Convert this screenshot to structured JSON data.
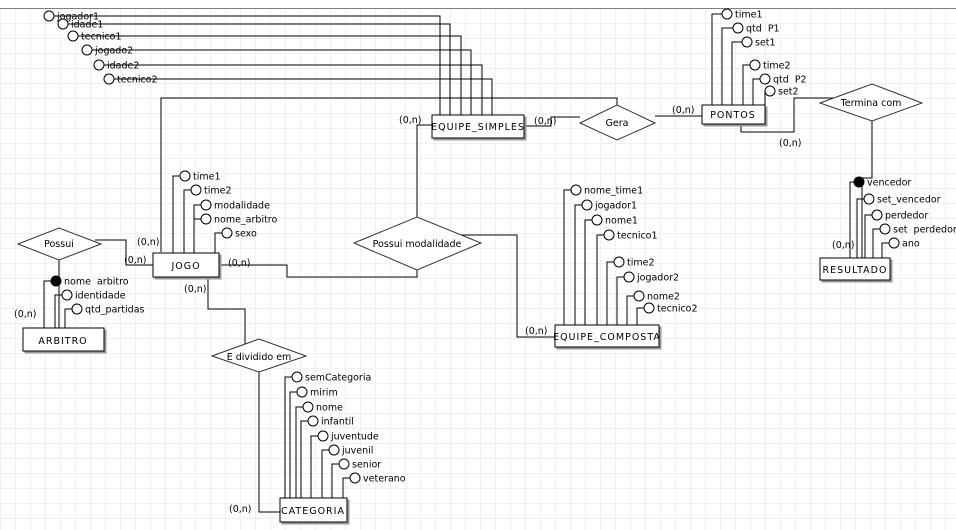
{
  "diagram": {
    "type": "er-diagram",
    "entities": [
      {
        "id": "equipe_simples",
        "label": "EQUIPE_SIMPLES",
        "attributes": [
          {
            "label": "jogador1",
            "key": false
          },
          {
            "label": "idade1",
            "key": false
          },
          {
            "label": "tecnico1",
            "key": false
          },
          {
            "label": "jogado2",
            "key": false
          },
          {
            "label": "idade2",
            "key": false
          },
          {
            "label": "tecnico2",
            "key": false
          }
        ]
      },
      {
        "id": "pontos",
        "label": "PONTOS",
        "attributes": [
          {
            "label": "time1",
            "key": false
          },
          {
            "label": "qtd  P1",
            "key": false
          },
          {
            "label": "set1",
            "key": false
          },
          {
            "label": "time2",
            "key": false
          },
          {
            "label": "qtd  P2",
            "key": false
          },
          {
            "label": "set2",
            "key": false
          }
        ]
      },
      {
        "id": "jogo",
        "label": "JOGO",
        "attributes": [
          {
            "label": "time1",
            "key": false
          },
          {
            "label": "time2",
            "key": false
          },
          {
            "label": "modalidade",
            "key": false
          },
          {
            "label": "nome_arbitro",
            "key": false
          },
          {
            "label": "sexo",
            "key": false
          }
        ]
      },
      {
        "id": "arbitro",
        "label": "ARBITRO",
        "attributes": [
          {
            "label": "nome  arbitro",
            "key": true
          },
          {
            "label": "identidade",
            "key": false
          },
          {
            "label": "qtd_partidas",
            "key": false
          }
        ]
      },
      {
        "id": "equipe_composta",
        "label": "EQUIPE_COMPOSTA",
        "attributes": [
          {
            "label": "nome_time1",
            "key": false
          },
          {
            "label": "jogador1",
            "key": false
          },
          {
            "label": "nome1",
            "key": false
          },
          {
            "label": "tecnico1",
            "key": false
          },
          {
            "label": "time2",
            "key": false
          },
          {
            "label": "jogador2",
            "key": false
          },
          {
            "label": "nome2",
            "key": false
          },
          {
            "label": "tecnico2",
            "key": false
          }
        ]
      },
      {
        "id": "resultado",
        "label": "RESULTADO",
        "attributes": [
          {
            "label": "vencedor",
            "key": true
          },
          {
            "label": "set_vencedor",
            "key": false
          },
          {
            "label": "perdedor",
            "key": false
          },
          {
            "label": "set  perdedor",
            "key": false
          },
          {
            "label": "ano",
            "key": false
          }
        ]
      },
      {
        "id": "categoria",
        "label": "CATEGORIA",
        "attributes": [
          {
            "label": "semCategoria",
            "key": false
          },
          {
            "label": "mirim",
            "key": false
          },
          {
            "label": "nome",
            "key": false
          },
          {
            "label": "infantil",
            "key": false
          },
          {
            "label": "juventude",
            "key": false
          },
          {
            "label": "juvenil",
            "key": false
          },
          {
            "label": "senior",
            "key": false
          },
          {
            "label": "veterano",
            "key": false
          }
        ]
      }
    ],
    "relationships": [
      {
        "id": "gera",
        "label": "Gera"
      },
      {
        "id": "termina_com",
        "label": "Termina com"
      },
      {
        "id": "possui",
        "label": "Possui"
      },
      {
        "id": "possui_modalidade",
        "label": "Possui modalidade"
      },
      {
        "id": "e_dividido_em",
        "label": "E dividido em"
      }
    ],
    "cardinalities": [
      {
        "id": "c1",
        "label": "(0,n)"
      },
      {
        "id": "c2",
        "label": "(0,n)"
      },
      {
        "id": "c3",
        "label": "(0,n)"
      },
      {
        "id": "c4",
        "label": "(0,n)"
      },
      {
        "id": "c5",
        "label": "(0,n)"
      },
      {
        "id": "c6",
        "label": "(0,n)"
      },
      {
        "id": "c7",
        "label": "(0,n)"
      },
      {
        "id": "c8",
        "label": "(0,n)"
      },
      {
        "id": "c9",
        "label": "(0,n)"
      },
      {
        "id": "c10",
        "label": "(0,n)"
      },
      {
        "id": "c11",
        "label": "(0,n)"
      },
      {
        "id": "c12",
        "label": "(0,n)"
      }
    ]
  }
}
